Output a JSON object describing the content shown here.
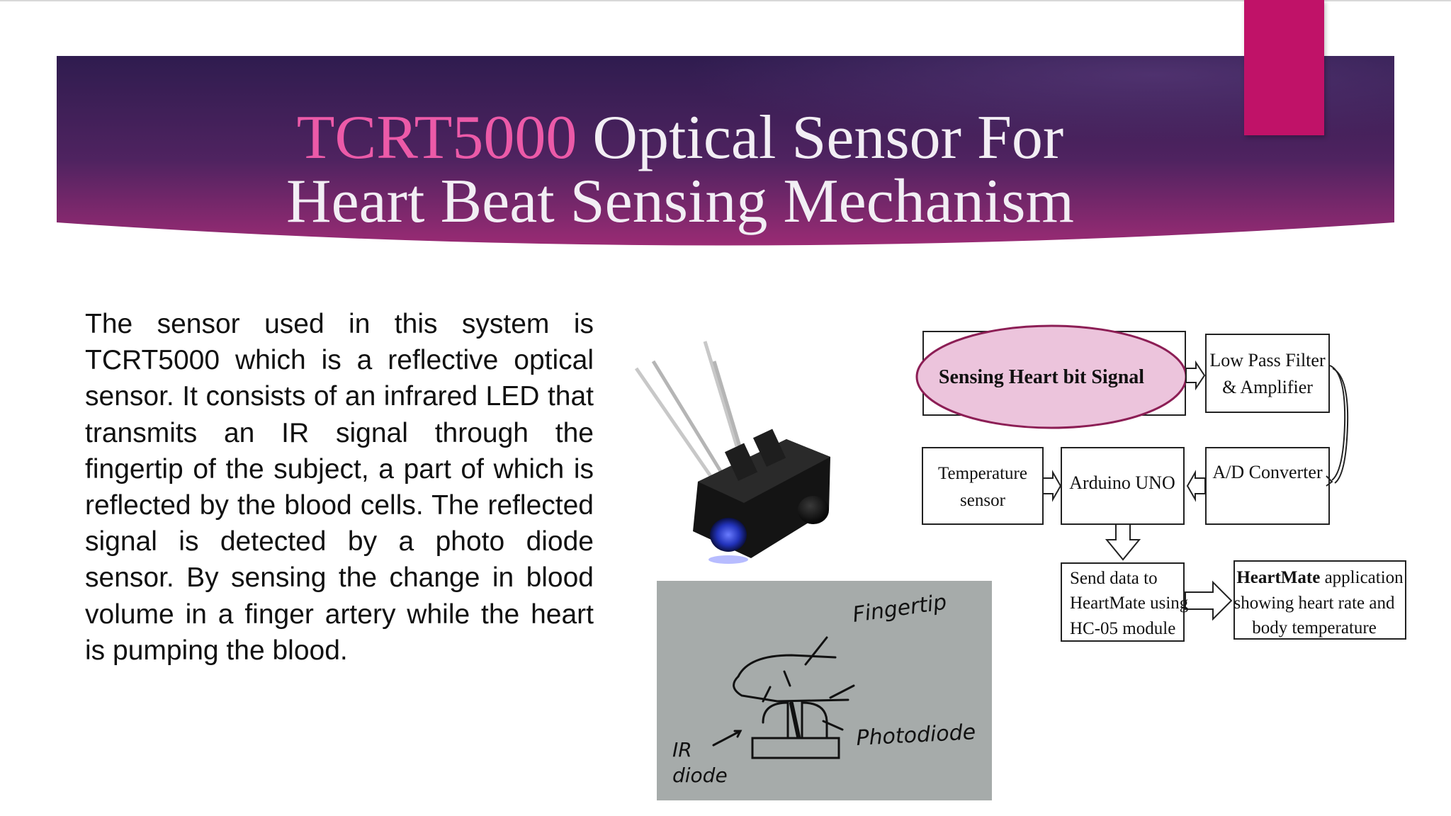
{
  "slide": {
    "title_highlight": "TCRT5000",
    "title_rest_line1": " Optical Sensor For",
    "title_line2": "Heart Beat Sensing Mechanism",
    "body": "The sensor used in this system is TCRT5000 which is a reflective optical sensor. It consists of an infrared LED that transmits an IR signal through the fingertip of the subject, a part of which is reflected by the blood cells. The reflected signal is detected by a photo diode sensor. By sensing the change in blood volume in a finger artery while the heart is pumping the blood."
  },
  "colors": {
    "banner_left": "#2d1a4c",
    "banner_right": "#332256",
    "banner_bottom": "#9a2b74",
    "accent": "#c01268",
    "title_highlight": "#ec5aa8",
    "ellipse_fill": "#ecc4dc",
    "ellipse_stroke": "#8c1e55"
  },
  "sketch": {
    "fingertip": "Fingertip",
    "photodiode": "Photodiode",
    "ir_line1": "IR",
    "ir_line2": "diode"
  },
  "flowchart": {
    "sensing": "Sensing Heart bit Signal",
    "lpf_line1": "Low Pass Filter",
    "lpf_line2": "& Amplifier",
    "temp_line1": "Temperature",
    "temp_line2": "sensor",
    "arduino": "Arduino UNO",
    "adc": "A/D Converter",
    "send_line1": "Send data to",
    "send_line2": "HeartMate using",
    "send_line3": "HC-05 module",
    "app_bold": "HeartMate",
    "app_line1_rest": " application",
    "app_line2": "showing heart rate and",
    "app_line3": "body temperature"
  }
}
